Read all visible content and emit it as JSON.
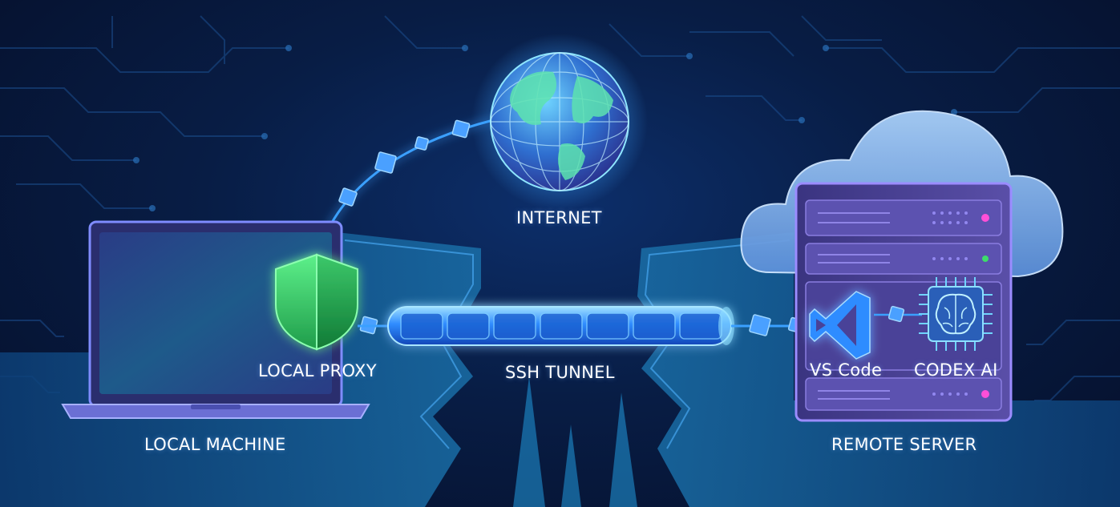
{
  "labels": {
    "internet": "INTERNET",
    "local_proxy": "LOCAL PROXY",
    "ssh_tunnel": "SSH TUNNEL",
    "vs_code": "VS Code",
    "codex_ai": "CODEX AI",
    "local_machine": "LOCAL MACHINE",
    "remote_server": "REMOTE SERVER"
  },
  "icons": {
    "globe": "globe-icon",
    "shield": "shield-icon",
    "laptop": "laptop-icon",
    "server": "server-icon",
    "cloud": "cloud-icon",
    "vscode": "vscode-icon",
    "ai_chip": "brain-chip-icon"
  },
  "colors": {
    "background": "#061634",
    "tunnel": "#2f8cff",
    "shield": "#3ddc6a",
    "globe": "#3a7bd5",
    "server": "#4a3f8f",
    "cloud": "#7fb0ea",
    "status_pink": "#ff4fd8",
    "status_green": "#3ddc6a"
  }
}
